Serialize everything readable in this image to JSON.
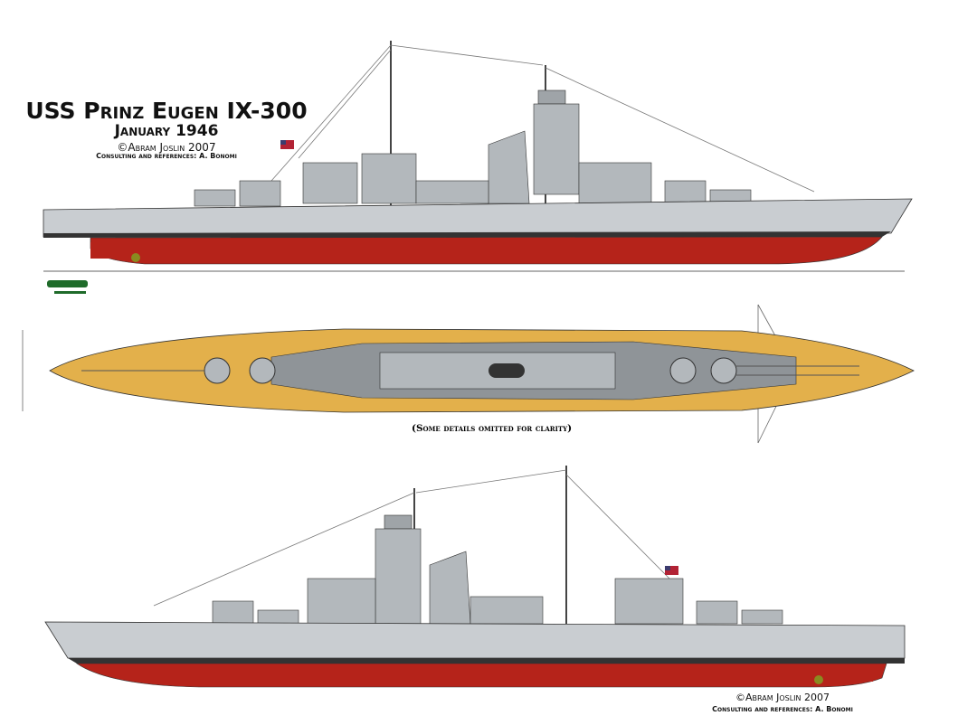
{
  "header": {
    "title": "USS Prinz Eugen IX-300",
    "date": "January 1946",
    "copyright": "©Abram Joslin 2007",
    "consulting": "Consulting and references: A. Bonomi"
  },
  "plan_note": "(Some details omitted for clarity)",
  "footer": {
    "copyright": "©Abram Joslin 2007",
    "consulting": "Consulting and references: A. Bonomi"
  },
  "colors": {
    "hull_gray": "#C9CDD1",
    "hull_red": "#B5231A",
    "deck_tan": "#E3B04B",
    "boot_top": "#333333",
    "structure_gray": "#9FA4A8"
  }
}
